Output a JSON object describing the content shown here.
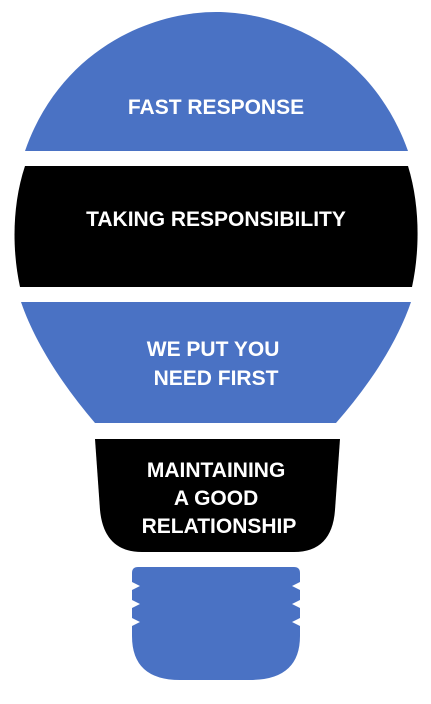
{
  "sections": [
    {
      "lines": [
        "FAST RESPONSE"
      ]
    },
    {
      "lines": [
        "TAKING RESPONSIBILITY"
      ]
    },
    {
      "lines": [
        "WE PUT YOU",
        "NEED FIRST"
      ]
    },
    {
      "lines": [
        "MAINTAINING",
        "A GOOD",
        "RELATIONSHIP"
      ]
    }
  ],
  "colors": {
    "blue": "#4a72c4",
    "black": "#000000",
    "text": "#ffffff"
  }
}
